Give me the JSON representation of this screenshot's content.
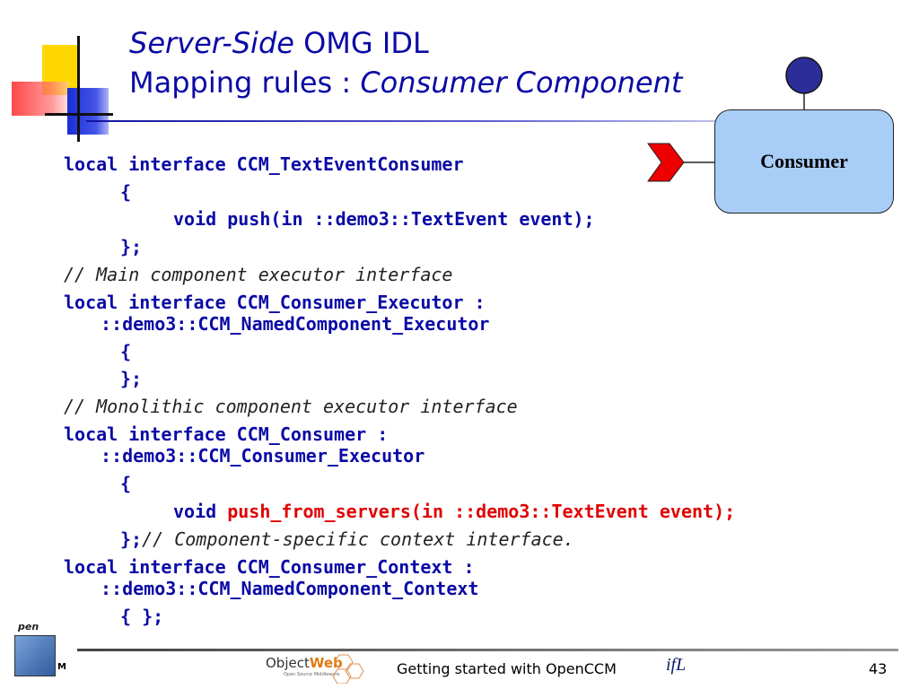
{
  "slide": {
    "title": {
      "line1_italic": "Server-Side",
      "line1_rest": " OMG IDL",
      "line2_rest": "Mapping rules : ",
      "line2_italic": "Consumer Component"
    },
    "diagram": {
      "component_label": "Consumer"
    },
    "code": {
      "l1": "local interface CCM_TextEventConsumer",
      "l2": "{",
      "l3": "void push(in ::demo3::TextEvent event);",
      "l4": "};",
      "l5": "// Main component executor interface",
      "l6": "local interface CCM_Consumer_Executor :",
      "l7": "::demo3::CCM_NamedComponent_Executor",
      "l8": "{",
      "l9": "};",
      "l10": "// Monolithic component executor interface",
      "l11": "local interface CCM_Consumer :",
      "l12": "::demo3::CCM_Consumer_Executor",
      "l13": "{",
      "l14_kw": "void ",
      "l14_hl": "push_from_servers(in ::demo3::TextEvent event);",
      "l15_kw": "};",
      "l15_cm": "// Component-specific context interface.",
      "l16": "local interface CCM_Consumer_Context :",
      "l17": "::demo3::CCM_NamedComponent_Context",
      "l18": "{ };"
    },
    "footer": {
      "text": "Getting started with OpenCCM",
      "page_number": "43",
      "objectweb_object": "Object",
      "objectweb_web": "Web",
      "objectweb_sub": "Open Source Middleware",
      "lifl": "ifL",
      "open_label": "pen",
      "m_letter": "M"
    }
  },
  "colors": {
    "title": "#0a0aa6",
    "code_keyword": "#0a0aa6",
    "code_highlight": "#e00000",
    "component_fill": "#a8cdf6",
    "port_facet": "#2d2d9a",
    "port_sink": "#ee0000"
  }
}
